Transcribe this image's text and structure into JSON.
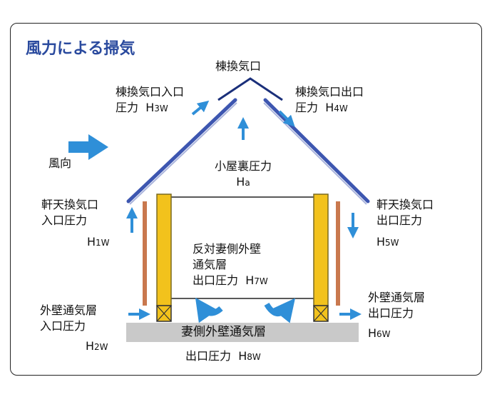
{
  "title": "風力による掃気",
  "wind": {
    "label": "風向"
  },
  "ridge_vent": {
    "label": "棟換気口"
  },
  "ridge_inlet": {
    "line1": "棟換気口入口",
    "line2": "圧力",
    "sym": "H",
    "sub": "3W"
  },
  "ridge_outlet": {
    "line1": "棟換気口出口",
    "line2": "圧力",
    "sym": "H",
    "sub": "4W"
  },
  "attic": {
    "line1": "小屋裏圧力",
    "sym": "H",
    "sub": "a"
  },
  "eave_inlet": {
    "line1": "軒天換気口",
    "line2": "入口圧力",
    "sym": "H",
    "sub": "1W"
  },
  "eave_outlet": {
    "line1": "軒天換気口",
    "line2": "出口圧力",
    "sym": "H",
    "sub": "5W"
  },
  "opposite_wall": {
    "line1": "反対妻側外壁",
    "line2": "通気層",
    "line3": "出口圧力",
    "sym": "H",
    "sub": "7W"
  },
  "wall_inlet": {
    "line1": "外壁通気層",
    "line2": "入口圧力",
    "sym": "H",
    "sub": "2W"
  },
  "wall_outlet": {
    "line1": "外壁通気層",
    "line2": "出口圧力",
    "sym": "H",
    "sub": "6W"
  },
  "gable": {
    "line1": "妻側外壁通気層",
    "line2": "出口圧力",
    "sym": "H",
    "sub": "8W"
  },
  "colors": {
    "arrow": "#2f8fd8",
    "roof": "#3d56b0",
    "post": "#f2c21c",
    "post_edge": "#7a6a20",
    "cladding": "#c9784e",
    "slab": "#c9c9c9",
    "title": "#2a4a9e"
  }
}
